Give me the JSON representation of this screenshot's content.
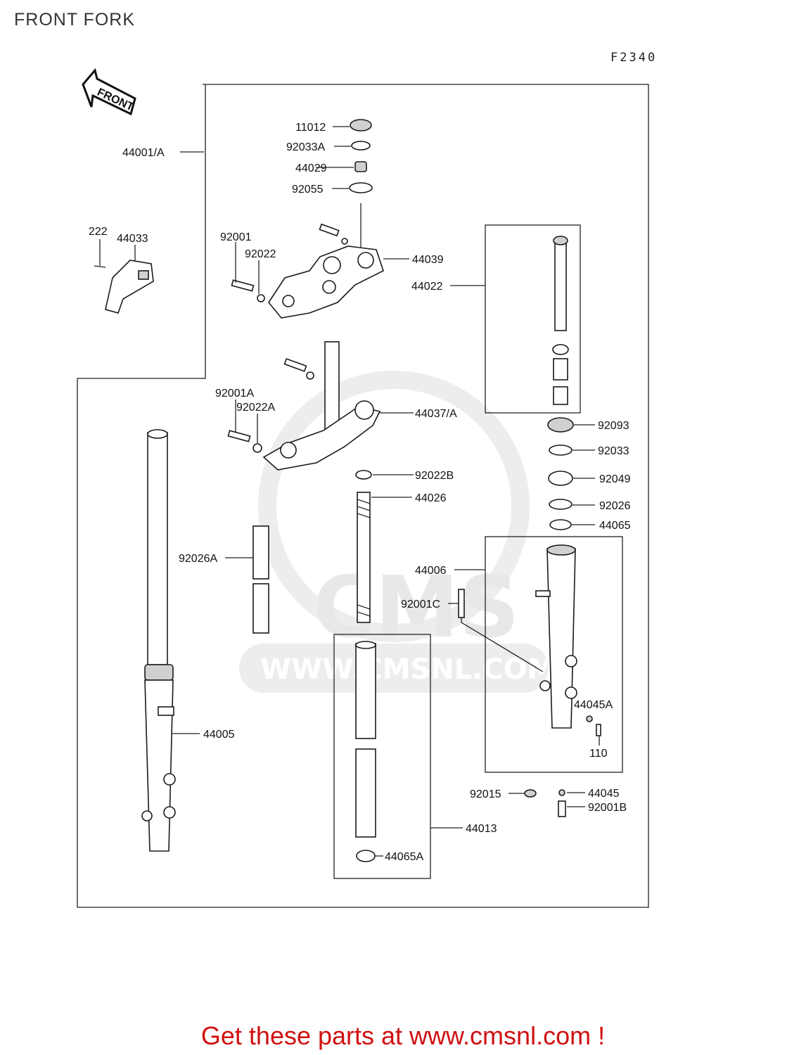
{
  "title": "FRONT FORK",
  "figure_code": "F2340",
  "front_arrow": "FRONT",
  "watermark": {
    "brand": "CMS",
    "url": "WWW.CMSNL.COM"
  },
  "labels": {
    "p11012": "11012",
    "p92033A": "92033A",
    "p44029": "44029",
    "p92055": "92055",
    "p44001A": "44001/A",
    "p222": "222",
    "p44033": "44033",
    "p92001": "92001",
    "p92022": "92022",
    "p44039": "44039",
    "p44022": "44022",
    "p92001A": "92001A",
    "p92022A": "92022A",
    "p44037A": "44037/A",
    "p92093": "92093",
    "p92033": "92033",
    "p92022B": "92022B",
    "p92049": "92049",
    "p44026": "44026",
    "p92026": "92026",
    "p44065": "44065",
    "p92026A": "92026A",
    "p44006": "44006",
    "p92001C": "92001C",
    "p44045A": "44045A",
    "p44005": "44005",
    "p110": "110",
    "p92015": "92015",
    "p44045": "44045",
    "p92001B": "92001B",
    "p44013": "44013",
    "p44065A": "44065A"
  },
  "footer": "Get these parts at www.cmsnl.com !"
}
